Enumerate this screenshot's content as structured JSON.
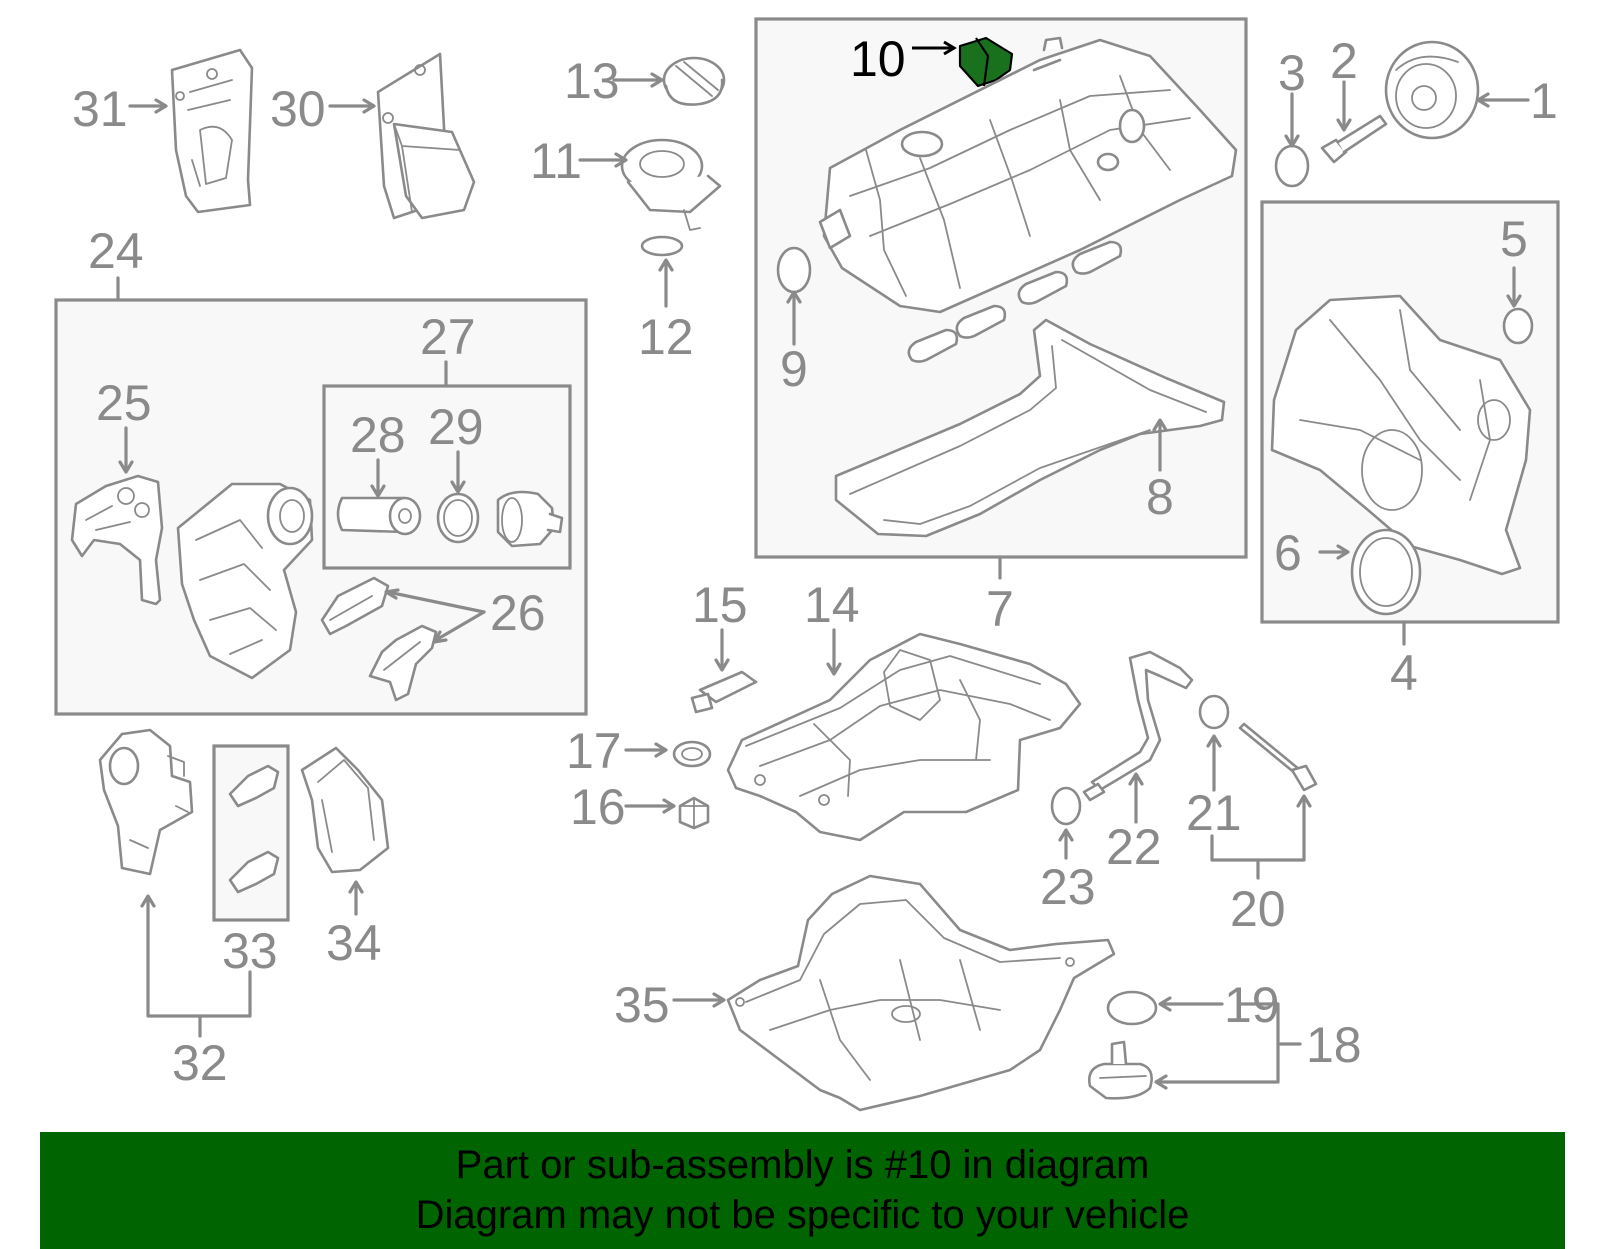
{
  "diagram": {
    "highlight_color": "#19711e",
    "banner_color": "#006400",
    "highlighted_callout": "10",
    "callouts": {
      "c1": "1",
      "c2": "2",
      "c3": "3",
      "c4": "4",
      "c5": "5",
      "c6": "6",
      "c7": "7",
      "c8": "8",
      "c9": "9",
      "c10": "10",
      "c11": "11",
      "c12": "12",
      "c13": "13",
      "c14": "14",
      "c15": "15",
      "c16": "16",
      "c17": "17",
      "c18": "18",
      "c19": "19",
      "c20": "20",
      "c21": "21",
      "c22": "22",
      "c23": "23",
      "c24": "24",
      "c25": "25",
      "c26": "26",
      "c27": "27",
      "c28": "28",
      "c29": "29",
      "c30": "30",
      "c31": "31",
      "c32": "32",
      "c33": "33",
      "c34": "34",
      "c35": "35"
    }
  },
  "banner": {
    "line1": "Part or sub-assembly is #10 in diagram",
    "line2": "Diagram may not be specific to your vehicle"
  }
}
